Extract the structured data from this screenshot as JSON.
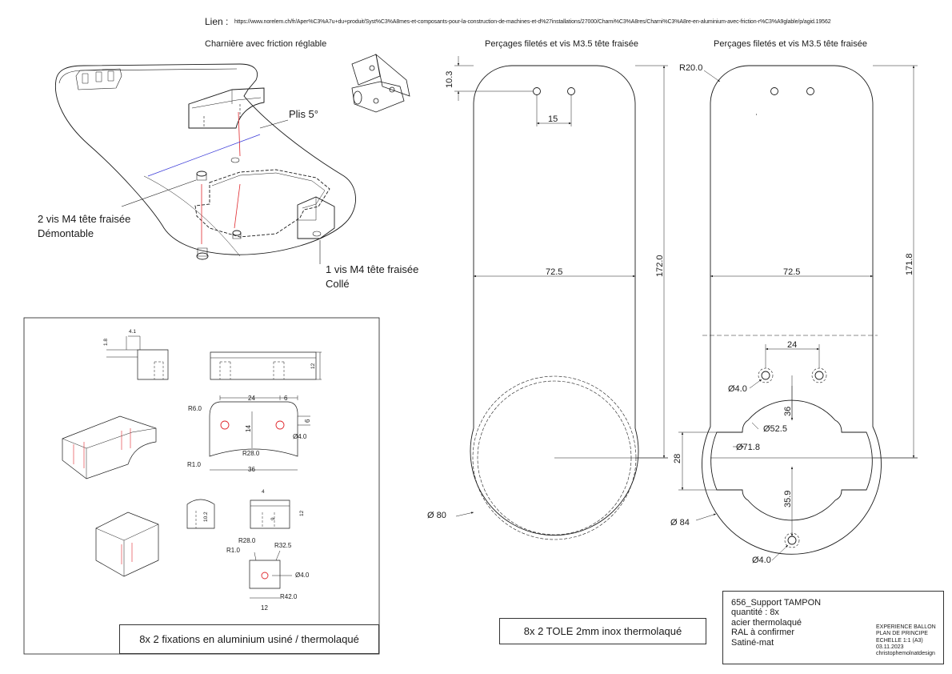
{
  "header": {
    "link_label": "Lien :",
    "link_url": "https://www.norelem.ch/fr/Aper%C3%A7u+du+produit/Syst%C3%A8mes-et-composants-pour-la-construction-de-machines-et-d%27installations/27000/Charni%C3%A8res/Charni%C3%A8re-en-aluminium-avec-friction-r%C3%A9glable/p/agid.19562"
  },
  "sections": {
    "hinge_title": "Charnière avec friction réglable",
    "plate1_title": "Perçages filetés et vis M3.5 tête fraisée",
    "plate2_title": "Perçages filetés et vis M3.5 tête fraisée"
  },
  "iso_view": {
    "plis": "Plis 5°",
    "screw2_line1": "2 vis M4 tête fraisée",
    "screw2_line2": "Démontable",
    "screw1_line1": "1 vis M4 tête fraisée",
    "screw1_line2": "Collé"
  },
  "plate1_dims": {
    "d_10_3": "10.3",
    "d_15": "15",
    "d_72_5": "72.5",
    "d_172": "172.0",
    "d_80": "Ø 80"
  },
  "plate2_dims": {
    "r20": "R20.0",
    "d_72_5": "72.5",
    "d_171_8": "171.8",
    "d_24": "24",
    "d_4a": "Ø4.0",
    "d_36": "36",
    "d_52_5": "Ø52.5",
    "d_71_8": "Ø71.8",
    "d_28": "28",
    "d_35_9": "35.9",
    "d_84": "Ø 84",
    "d_4b": "Ø4.0"
  },
  "fixation_dims": {
    "d_4_1": "4.1",
    "d_1_8": "1.8",
    "d_12a": "12",
    "d_24": "24",
    "d_6a": "6",
    "d_r6": "R6.0",
    "d_6b": "6",
    "d_14": "14",
    "d_4a": "Ø4.0",
    "d_r28a": "R28.0",
    "d_r1a": "R1.0",
    "d_36": "36",
    "d_4": "4",
    "d_10_2": "10.2",
    "d_9": "9",
    "d_12b": "12",
    "d_r28b": "R28.0",
    "d_r1b": "R1.0",
    "d_r32": "R32.5",
    "d_4b": "Ø4.0",
    "d_r42": "R42.0",
    "d_12c": "12"
  },
  "captions": {
    "fixations": "8x 2 fixations en aluminium usiné / thermolaqué",
    "tole": "8x 2 TOLE 2mm inox thermolaqué"
  },
  "title_block": {
    "name": "656_Support TAMPON",
    "quantity": "quantité : 8x",
    "material": "acier thermolaqué",
    "ral": "RAL  à confirmer",
    "finish": "Satiné-mat",
    "project": "EXPERIENCE BALLON",
    "plan": "PLAN DE PRINCIPE",
    "scale": "ECHELLE 1:1  (A3)",
    "date": "03.11.2023",
    "author": "christophemolnatdesign"
  },
  "colors": {
    "line": "#1a1a1a",
    "accent_red": "#e0282d",
    "accent_blue": "#3a3ad8"
  }
}
